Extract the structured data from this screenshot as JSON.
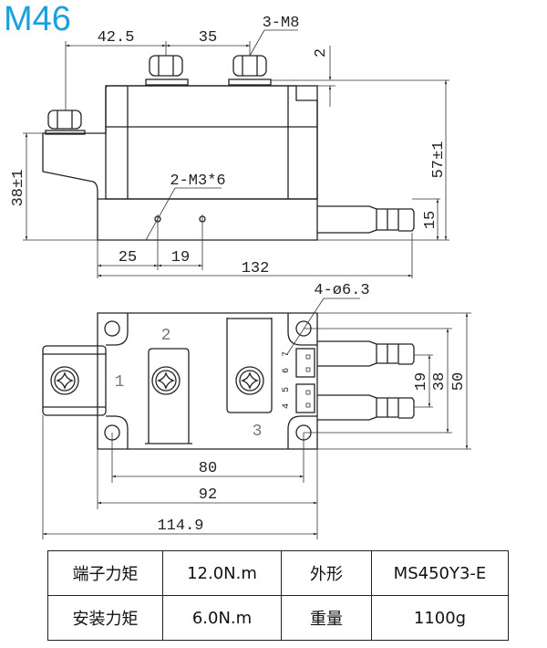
{
  "title": "M46",
  "side_view": {
    "dim_42_5": "42.5",
    "dim_35": "35",
    "nut_thread": "3-M8",
    "dim_2": "2",
    "dim_57": "57±1",
    "dim_38": "38±1",
    "dim_15": "15",
    "mount_thread": "2-M3*6",
    "dim_25": "25",
    "dim_19": "19",
    "dim_132": "132"
  },
  "top_view": {
    "holes": "4-ø6.3",
    "terminals": [
      "1",
      "2",
      "3"
    ],
    "pins": [
      "7",
      "6",
      "5",
      "4"
    ],
    "dim_19": "19",
    "dim_38": "38",
    "dim_50": "50",
    "dim_80": "80",
    "dim_92": "92",
    "dim_114_9": "114.9"
  },
  "specs": [
    {
      "label1": "端子力矩",
      "value1": "12.0N.m",
      "label2": "外形",
      "value2": "MS450Y3-E"
    },
    {
      "label1": "安装力矩",
      "value1": "6.0N.m",
      "label2": "重量",
      "value2": "1100g"
    }
  ]
}
